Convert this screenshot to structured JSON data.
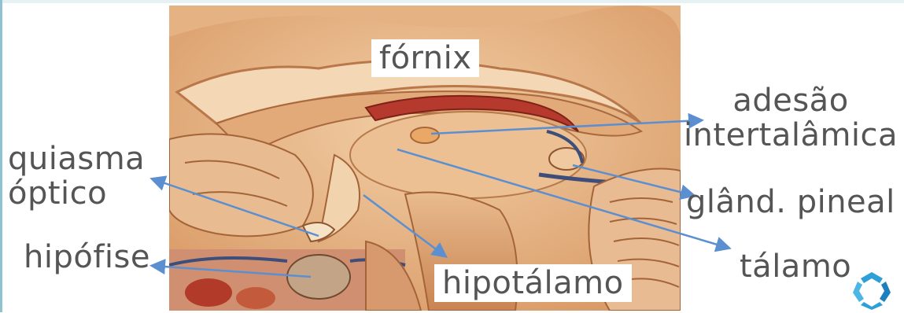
{
  "labels": {
    "fornix": "fórnix",
    "adhesion_line1": "adesão",
    "adhesion_line2": "intertalâmica",
    "chiasm_line1": "quiasma",
    "chiasm_line2": "óptico",
    "pineal": "glând. pineal",
    "pituitary": "hipófise",
    "thalamus": "tálamo",
    "hypothalamus": "hipotálamo"
  },
  "colors": {
    "arrow": "#5b8fd0",
    "label_text": "#555555",
    "brain_base": "#e7b88c",
    "brain_dark": "#b7784a",
    "fornix_red": "#b5392d"
  },
  "logo_icon": "rotating-arrows-logo-icon"
}
